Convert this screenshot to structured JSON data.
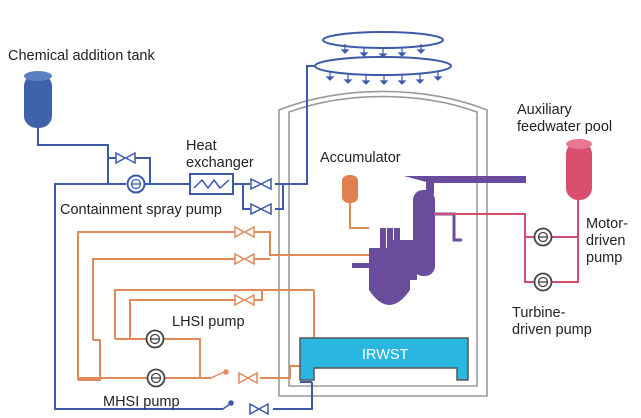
{
  "labels": {
    "chemical_tank": "Chemical addition tank",
    "heat_exchanger_line1": "Heat",
    "heat_exchanger_line2": "exchanger",
    "accumulator": "Accumulator",
    "aux_pool_line1": "Auxiliary",
    "aux_pool_line2": "feedwater pool",
    "containment_spray_pump": "Containment spray pump",
    "motor_pump_line1": "Motor-",
    "motor_pump_line2": "driven",
    "motor_pump_line3": "pump",
    "turbine_pump_line1": "Turbine-",
    "turbine_pump_line2": "driven pump",
    "lhsi_pump": "LHSI pump",
    "mhsi_pump": "MHSI pump",
    "irwst": "IRWST"
  },
  "colors": {
    "spray_line": "#3b5aa8",
    "injection_line": "#e08a5a",
    "feedwater_line": "#d24d6e",
    "reactor": "#6a4c9c",
    "tank_blue": "#3f63a8",
    "irwst_fill": "#29b6e0",
    "accumulator": "#e07f4f",
    "aux_pool": "#d9506f",
    "containment": "#9a9a9a"
  }
}
